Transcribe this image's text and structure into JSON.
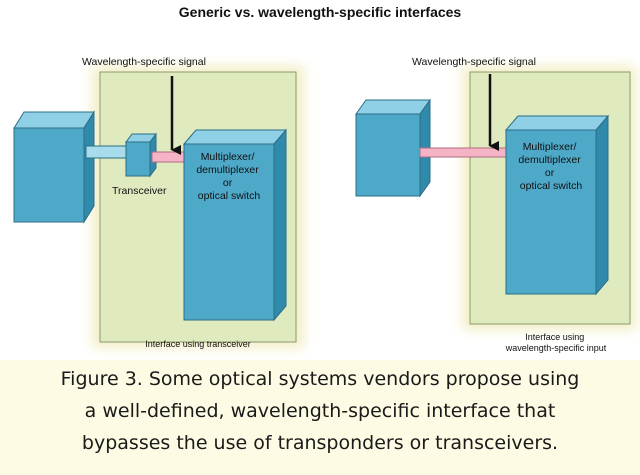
{
  "title": "Generic vs. wavelength-specific interfaces",
  "left_panel": {
    "signal_label": "Wavelength-specific signal",
    "transceiver_label": "Transceiver",
    "mux_label_lines": [
      "Multiplexer/",
      "demultiplexer",
      "or",
      "optical switch"
    ],
    "panel_caption_lines": [
      "Interface using transceiver"
    ]
  },
  "right_panel": {
    "signal_label": "Wavelength-specific signal",
    "mux_label_lines": [
      "Multiplexer/",
      "demultiplexer",
      "or",
      "optical switch"
    ],
    "panel_caption_lines": [
      "Interface using",
      "wavelength-specific input"
    ]
  },
  "caption_lines": [
    "Figure 3. Some optical systems vendors propose using",
    "a well-defined, wavelength-specific interface that",
    "bypasses the use of transponders or transceivers."
  ],
  "colors": {
    "panel_fill": "#dfeabf",
    "box_front": "#4ea9c9",
    "box_side": "#2f8aab",
    "box_top": "#8fd0e6",
    "connector": "#a8dcec",
    "wavelength_fiber": "#f4b4c6",
    "caption_bg": "#fdfbe3"
  }
}
